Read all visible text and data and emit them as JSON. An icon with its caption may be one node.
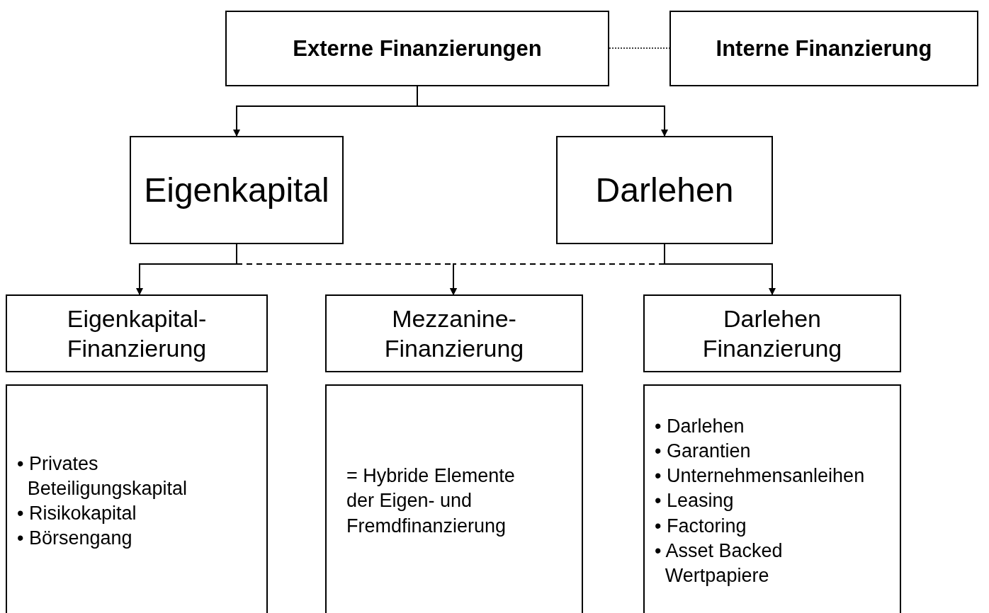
{
  "diagram": {
    "nodes": [
      {
        "text": [
          "Externe Finanzierungen"
        ]
      },
      {
        "text": [
          "Interne Finanzierung"
        ]
      },
      {
        "text": [
          "Eigenkapital"
        ]
      },
      {
        "text": [
          "Darlehen"
        ]
      },
      {
        "text": [
          "Eigenkapital- Finanzierung"
        ]
      },
      {
        "text": [
          "Mezzanine- Finanzierung"
        ]
      },
      {
        "text": [
          "Darlehen Finanzierung"
        ]
      },
      {
        "text": [
          "• Privates Beteiligungskapital",
          "• Risikokapital",
          "• Börsengang"
        ]
      },
      {
        "text": [
          "= Hybride Elemente der Eigen- und Fremdfinanzierung"
        ]
      },
      {
        "text": [
          "• Darlehen",
          "• Garantien",
          "• Unternehmensanleihen",
          "• Leasing",
          "• Factoring",
          "• Asset Backed Wertpapiere"
        ]
      }
    ],
    "edges": [
      {
        "from": 0,
        "to": 1,
        "arrow": "none",
        "style": "dashed"
      },
      {
        "from": 0,
        "to": 2,
        "arrow": "to"
      },
      {
        "from": 0,
        "to": 3,
        "arrow": "to"
      },
      {
        "from": 2,
        "to": 4,
        "arrow": "to"
      },
      {
        "from": 2,
        "to": 5,
        "arrow": "to",
        "style": "dashed"
      },
      {
        "from": 3,
        "to": 5,
        "arrow": "to",
        "style": "dashed"
      },
      {
        "from": 3,
        "to": 6,
        "arrow": "to"
      }
    ]
  }
}
